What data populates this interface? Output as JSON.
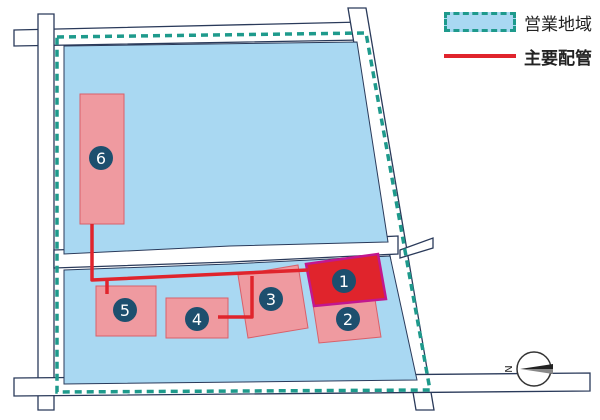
{
  "legend": {
    "sales_area_label": "営業地域",
    "main_pipe_label": "主要配管"
  },
  "buildings": [
    {
      "number": "1",
      "highlighted": true
    },
    {
      "number": "2",
      "highlighted": false
    },
    {
      "number": "3",
      "highlighted": false
    },
    {
      "number": "4",
      "highlighted": false
    },
    {
      "number": "5",
      "highlighted": false
    },
    {
      "number": "6",
      "highlighted": false
    }
  ],
  "compass": {
    "north_label": "N"
  },
  "colors": {
    "area_fill": "#a9d8f2",
    "area_border": "#1e9a8c",
    "pipe": "#e0242c",
    "building_fill": "#ef9aa0",
    "building_highlight_fill": "#e0242c",
    "building_highlight_border": "#c2178f",
    "marker": "#1d4f6e"
  }
}
